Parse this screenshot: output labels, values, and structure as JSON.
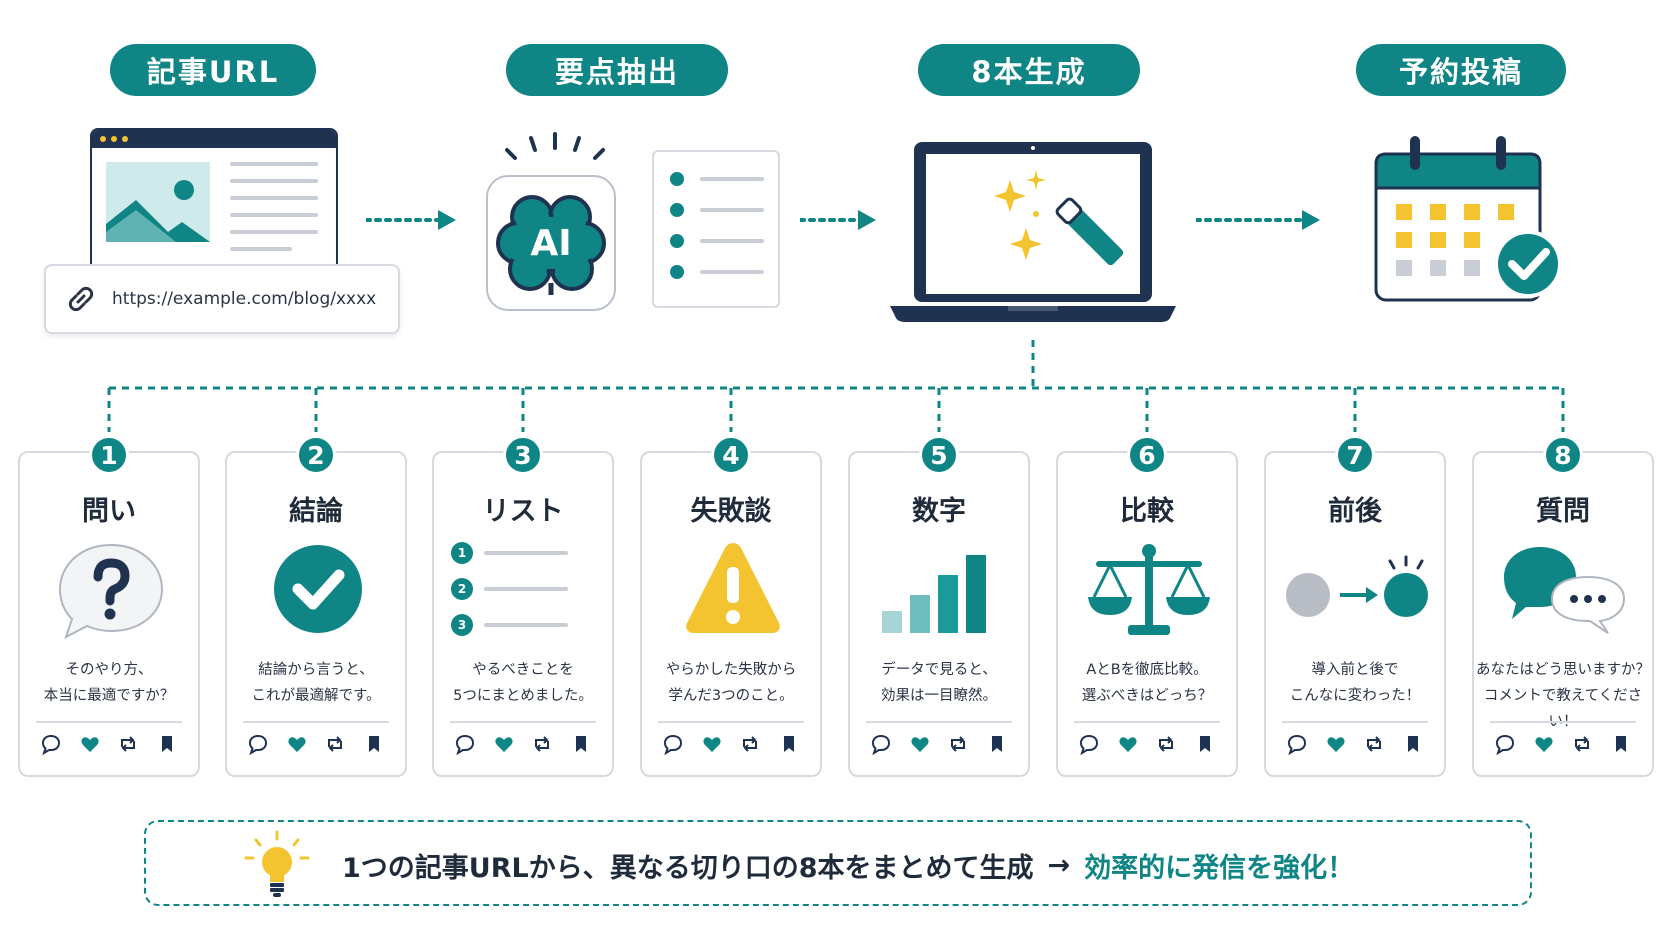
{
  "steps": [
    {
      "label": "記事URL"
    },
    {
      "label": "要点抽出"
    },
    {
      "label": "8本生成"
    },
    {
      "label": "予約投稿"
    }
  ],
  "url_box": {
    "url": "https://example.com/blog/xxxx",
    "icon": "link-icon"
  },
  "ai_label": "AI",
  "posts": [
    {
      "number": "1",
      "title": "問い",
      "icon": "question-bubble-icon",
      "text": "そのやり方、\n本当に最適ですか？"
    },
    {
      "number": "2",
      "title": "結論",
      "icon": "check-circle-icon",
      "text": "結論から言うと、\nこれが最適解です。"
    },
    {
      "number": "3",
      "title": "リスト",
      "icon": "numbered-list-icon",
      "text": "やるべきことを\n5つにまとめました。",
      "list_numbers": [
        "1",
        "2",
        "3"
      ]
    },
    {
      "number": "4",
      "title": "失敗談",
      "icon": "warning-icon",
      "text": "やらかした失敗から\n学んだ3つのこと。"
    },
    {
      "number": "5",
      "title": "数字",
      "icon": "bar-chart-icon",
      "text": "データで見ると、\n効果は一目瞭然。"
    },
    {
      "number": "6",
      "title": "比較",
      "icon": "balance-scale-icon",
      "text": "AとBを徹底比較。\n選ぶべきはどっち？"
    },
    {
      "number": "7",
      "title": "前後",
      "icon": "before-after-icon",
      "text": "導入前と後で\nこんなに変わった！"
    },
    {
      "number": "8",
      "title": "質問",
      "icon": "chat-bubbles-icon",
      "text": "あなたはどう思いますか？\nコメントで教えてください！"
    }
  ],
  "post_actions": [
    "comment-icon",
    "heart-icon",
    "repost-icon",
    "bookmark-icon"
  ],
  "note": {
    "main": "1つの記事URLから、異なる切り口の8本をまとめて生成",
    "arrow": "→",
    "accent": "効率的に発信を強化！",
    "icon": "lightbulb-icon"
  },
  "colors": {
    "accent": "#0f8585",
    "navy": "#1f3350",
    "yellow": "#f4c430",
    "gray": "#c8cdd6"
  }
}
